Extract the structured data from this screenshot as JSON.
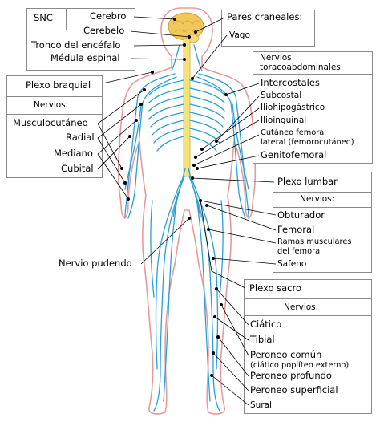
{
  "snc": {
    "title": "SNC",
    "items": [
      "Cerebro",
      "Cerebelo",
      "Tronco del encéfalo",
      "Médula espinal"
    ]
  },
  "cranial": {
    "title": "Pares craneales:",
    "items": [
      "Vago"
    ]
  },
  "thoraco": {
    "title_line1": "Nervios",
    "title_line2": "toracoabdominales:",
    "items": [
      "Intercostales",
      "Subcostal",
      "Iliohipogástrico",
      "Ilioinguinal",
      "Cutáneo femoral",
      "lateral (femorocutáneo)",
      "Genitofemoral"
    ]
  },
  "brachial": {
    "title": "Plexo braquial",
    "subtitle": "Nervios:",
    "items": [
      "Musculocutáneo",
      "Radial",
      "Mediano",
      "Cubital"
    ]
  },
  "lumbar": {
    "title": "Plexo lumbar",
    "subtitle": "Nervios:",
    "items": [
      "Obturador",
      "Femoral",
      "Ramas musculares",
      "del femoral",
      "Safeno"
    ]
  },
  "pudendal": {
    "label": "Nervio pudendo"
  },
  "sacral": {
    "title": "Plexo sacro",
    "subtitle": "Nervios:",
    "items": [
      "Ciático",
      "Tibial",
      "Peroneo común",
      "(ciático poplíteo externo)",
      "Peroneo profundo",
      "Peroneo superficial",
      "Sural"
    ]
  },
  "colors": {
    "nerve": "#2a9fd6",
    "nerve_light": "#8fcfee",
    "skin_outline": "#e89a9a",
    "brain": "#f3c85a",
    "spine": "#f6e27a",
    "box_border": "#8a8a8a"
  }
}
